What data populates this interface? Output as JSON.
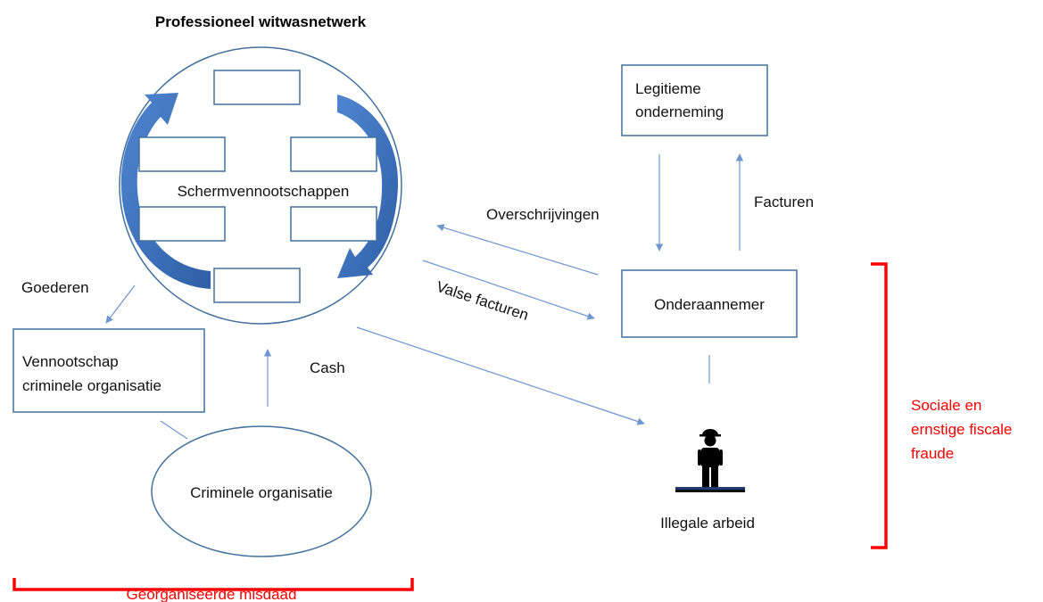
{
  "title": "Professioneel witwasnetwerk",
  "shell_companies": "Schermvennootschappen",
  "legit_company": [
    "Legitieme",
    "onderneming"
  ],
  "subcontractor": "Onderaannemer",
  "criminal_company": [
    "Vennootschap",
    "criminele organisatie"
  ],
  "criminal_org": "Criminele organisatie",
  "illegal_labour": "Illegale arbeid",
  "flows": {
    "transfers": "Overschrijvingen",
    "invoices": "Facturen",
    "fake_invoices": "Valse facturen",
    "goods": "Goederen",
    "cash": "Cash"
  },
  "brackets": {
    "organised_crime": "Georganiseerde misdaad",
    "fraud": [
      "Sociale en",
      "ernstige fiscale",
      "fraude"
    ]
  },
  "colors": {
    "box_border": "#41719c",
    "connector": "#6d95cf",
    "cycle_arrow": "#3e6fba",
    "bracket": "#ff0000",
    "text": "#111111"
  },
  "icons": {
    "worker": "worker-icon"
  }
}
